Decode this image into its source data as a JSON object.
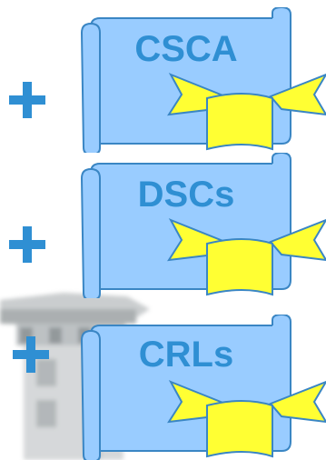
{
  "colors": {
    "plus": "#2f8fd3",
    "scroll_fill": "#99ccff",
    "scroll_stroke": "#3a86c4",
    "ribbon_fill": "#ffff33",
    "ribbon_stroke": "#3a86c4",
    "label": "#2f8fd3"
  },
  "icons": [
    "plus-icon",
    "scroll-icon",
    "ribbon-icon"
  ],
  "items": [
    {
      "label": "CSCA"
    },
    {
      "label": "DSCs"
    },
    {
      "label": "CRLs"
    }
  ]
}
